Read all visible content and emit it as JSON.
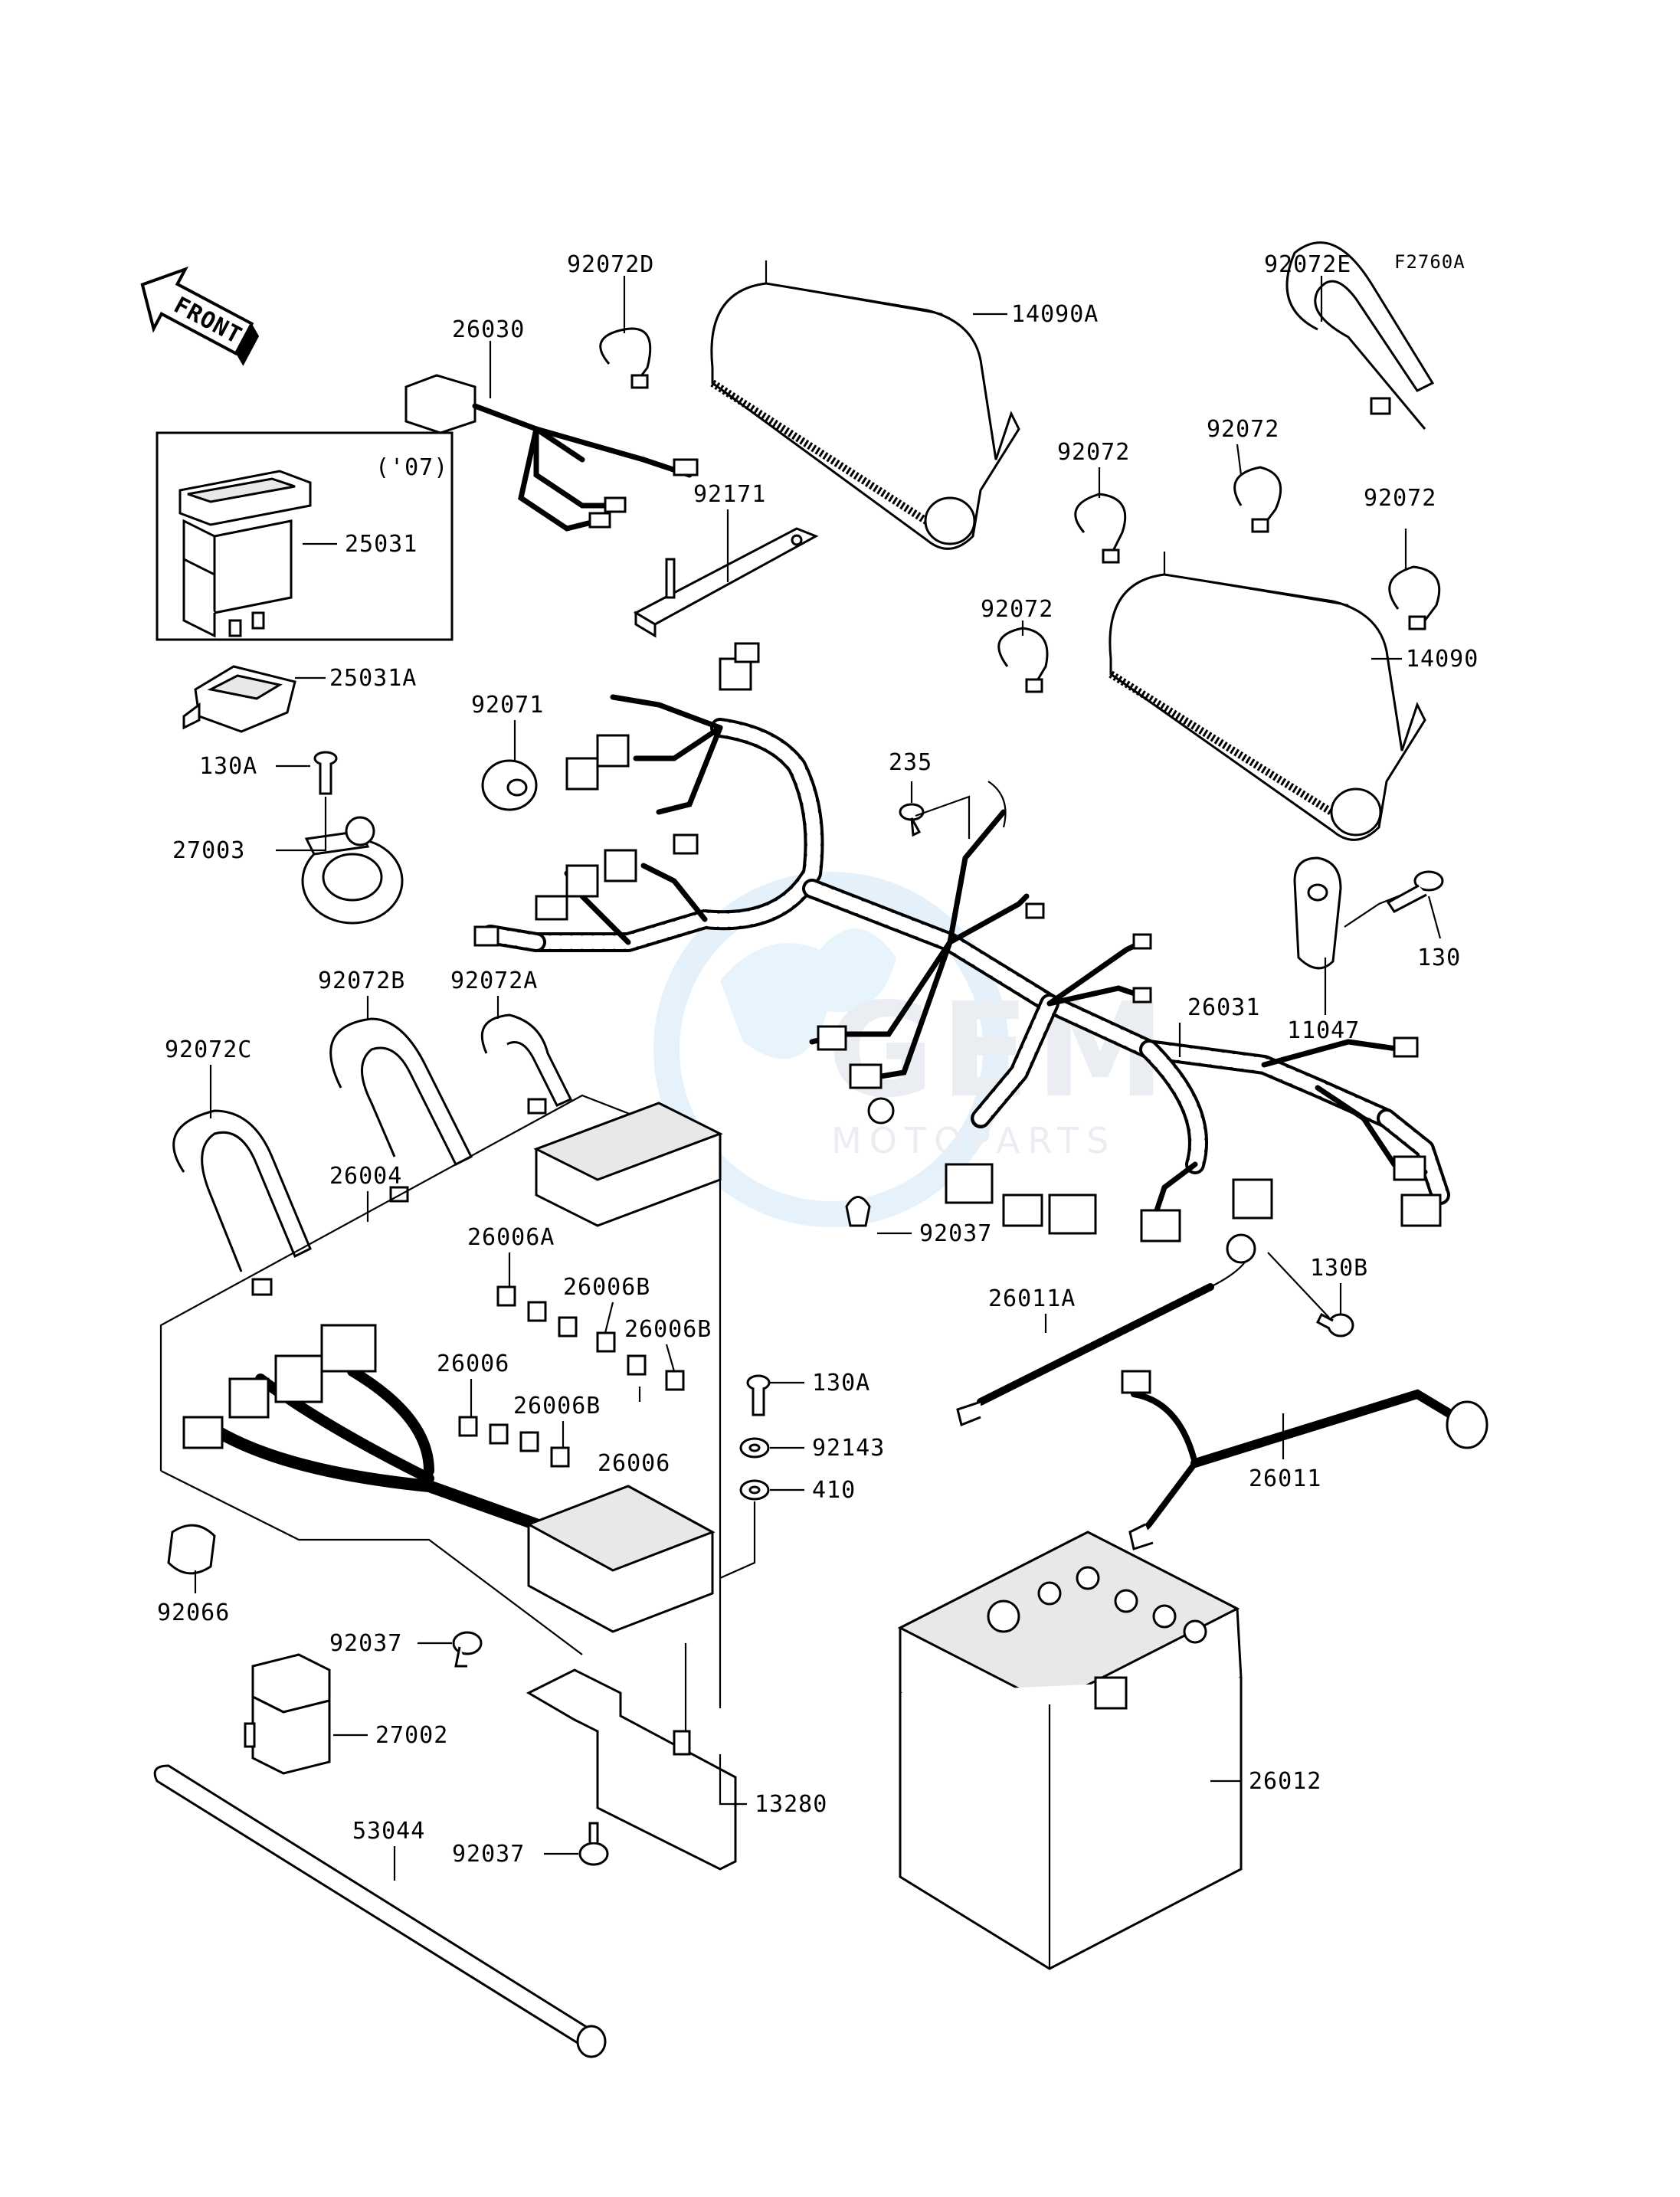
{
  "figure_code": "F2760A",
  "front_label": "FRONT",
  "inset_note": "('07)",
  "watermark": {
    "brand_top": "GEM",
    "brand_bottom": "MOTOPARTS"
  },
  "callouts": {
    "c92072D": "92072D",
    "c26030": "26030",
    "c14090A": "14090A",
    "c92072E": "92072E",
    "c92072_1": "92072",
    "c92072_2": "92072",
    "c92072_3": "92072",
    "c92072_4": "92072",
    "c92171": "92171",
    "c25031": "25031",
    "c14090": "14090",
    "c25031A": "25031A",
    "c92071": "92071",
    "c235": "235",
    "c130A_1": "130A",
    "c27003": "27003",
    "c130": "130",
    "c11047": "11047",
    "c92072B": "92072B",
    "c92072A": "92072A",
    "c92072C": "92072C",
    "c26031": "26031",
    "c26004": "26004",
    "c26006A": "26006A",
    "c26006B_1": "26006B",
    "c26006B_2": "26006B",
    "c26006B_3": "26006B",
    "c26006_1": "26006",
    "c26006_2": "26006",
    "c92037_1": "92037",
    "c130B": "130B",
    "c26011A": "26011A",
    "c130A_2": "130A",
    "c92143": "92143",
    "c410": "410",
    "c26011": "26011",
    "c92066": "92066",
    "c92037_2": "92037",
    "c27002": "27002",
    "c26012": "26012",
    "c13280": "13280",
    "c53044": "53044",
    "c92037_3": "92037"
  }
}
